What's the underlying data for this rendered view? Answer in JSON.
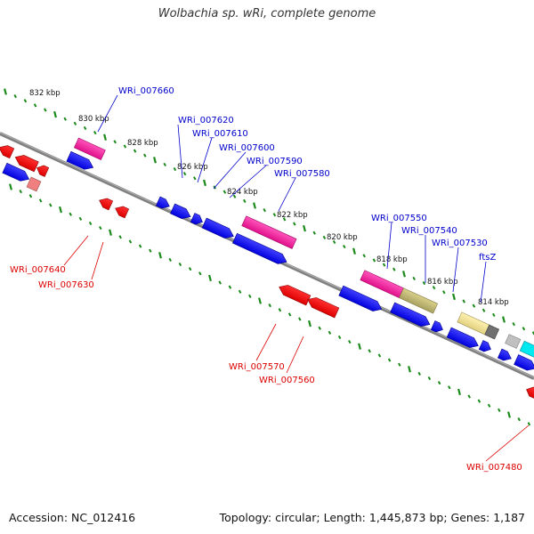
{
  "title": "Wolbachia sp. wRi, complete genome",
  "footer": {
    "accession": "Accession: NC_012416",
    "stats": "Topology: circular; Length: 1,445,873 bp; Genes: 1,187"
  },
  "colors": {
    "forward_label": "#0000cc",
    "reverse_label": "#dd0000",
    "tick": "#1a8a1a",
    "backbone": "#808080",
    "cds_forward": "#0000ff",
    "cds_reverse": "#ff0000",
    "pink": "#ff1493",
    "khaki": "#bdb76b",
    "gray": "#a9a9a9",
    "cyan": "#00ffff"
  },
  "kbp_labels": [
    "832 kbp",
    "830 kbp",
    "828 kbp",
    "826 kbp",
    "824 kbp",
    "822 kbp",
    "820 kbp",
    "818 kbp",
    "816 kbp",
    "814 kbp"
  ],
  "forward_genes": [
    "WRi_007660",
    "WRi_007620",
    "WRi_007610",
    "WRi_007600",
    "WRi_007590",
    "WRi_007580",
    "WRi_007550",
    "WRi_007540",
    "WRi_007530",
    "ftsZ"
  ],
  "reverse_genes": [
    "WRi_007640",
    "WRi_007630",
    "WRi_007570",
    "WRi_007560",
    "WRi_007480"
  ]
}
